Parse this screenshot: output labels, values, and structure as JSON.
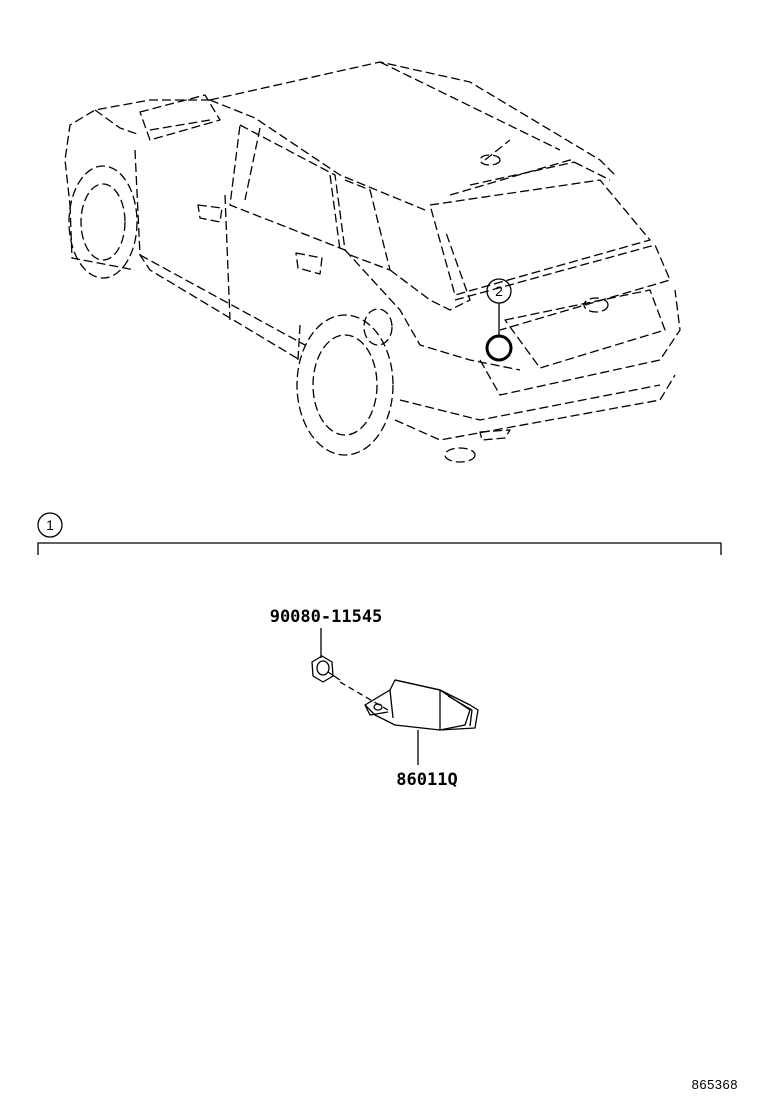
{
  "callouts": {
    "group": "1",
    "location": "2"
  },
  "parts": [
    {
      "number": "90080-11545"
    },
    {
      "number": "86011Q"
    }
  ],
  "reference_id": "865368"
}
